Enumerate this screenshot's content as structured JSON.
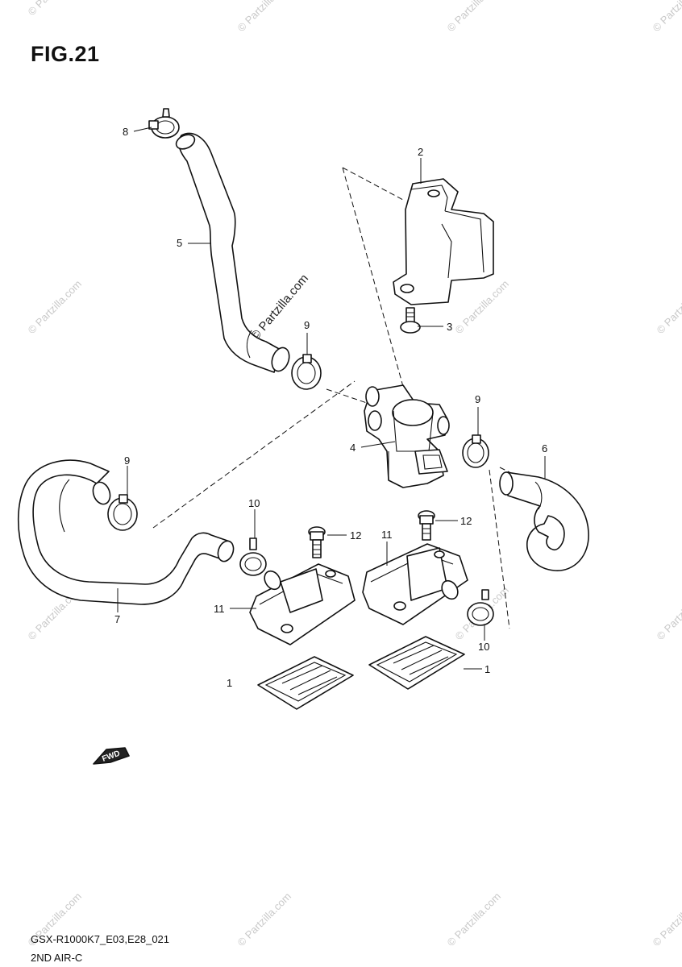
{
  "figure": {
    "title": "FIG.21",
    "model_code": "GSX-R1000K7_E03,E28_021",
    "section_name": "2ND AIR-C"
  },
  "watermark": {
    "text": "© Partzilla.com",
    "color": "#c9c9c9"
  },
  "callouts": [
    {
      "id": "1a",
      "number": "1"
    },
    {
      "id": "1b",
      "number": "1"
    },
    {
      "id": "2",
      "number": "2"
    },
    {
      "id": "3",
      "number": "3"
    },
    {
      "id": "4",
      "number": "4"
    },
    {
      "id": "5",
      "number": "5"
    },
    {
      "id": "6",
      "number": "6"
    },
    {
      "id": "7",
      "number": "7"
    },
    {
      "id": "8",
      "number": "8"
    },
    {
      "id": "9a",
      "number": "9"
    },
    {
      "id": "9b",
      "number": "9"
    },
    {
      "id": "9c",
      "number": "9"
    },
    {
      "id": "10a",
      "number": "10"
    },
    {
      "id": "10b",
      "number": "10"
    },
    {
      "id": "11a",
      "number": "11"
    },
    {
      "id": "11b",
      "number": "11"
    },
    {
      "id": "12a",
      "number": "12"
    },
    {
      "id": "12b",
      "number": "12"
    }
  ],
  "forward_arrow": {
    "label": "FWD"
  }
}
